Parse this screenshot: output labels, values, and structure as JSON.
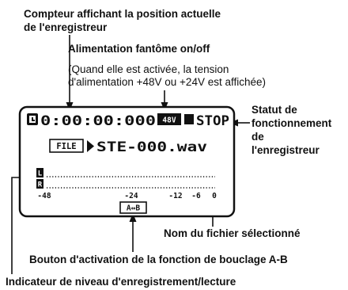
{
  "callouts": {
    "counter": [
      "Compteur affichant la position actuelle",
      "de l'enregistreur"
    ],
    "phantom_title": "Alimentation fantôme on/off",
    "phantom_note": [
      "(Quand elle est activée, la tension",
      "d'alimentation +48V ou +24V est affichée)"
    ],
    "status": [
      "Statut de",
      "fonctionnement",
      "de",
      "l'enregistreur"
    ],
    "filename": "Nom du fichier sélectionné",
    "ab_loop": "Bouton d'activation de la fonction de bouclage A-B",
    "level": "Indicateur de niveau d'enregistrement/lecture"
  },
  "lcd": {
    "counter": "0:00:00:000",
    "phantom_badge": "48V",
    "state": "STOP",
    "file_tag": "FILE",
    "file_name": "STE-000.wav",
    "channel_l": "L",
    "channel_r": "R",
    "scale": [
      "-48",
      "-24",
      "-12",
      "-6",
      "0"
    ],
    "ab_button": "A↔B"
  }
}
